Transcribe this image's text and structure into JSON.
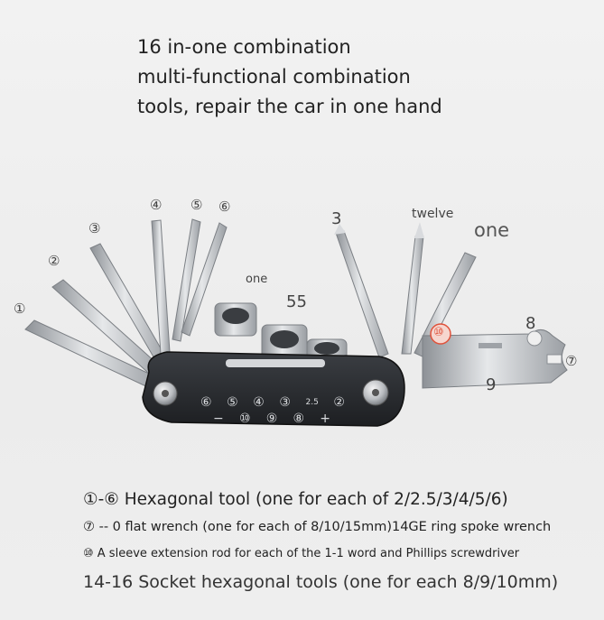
{
  "headline": {
    "line1": "16 in-one combination",
    "line2": "multi-functional combination",
    "line3": "tools, repair the car in one hand"
  },
  "callouts": {
    "c1": "①",
    "c2": "②",
    "c3": "③",
    "c4": "④",
    "c5": "⑤",
    "c6": "⑥",
    "three": "3",
    "twelve": "twelve",
    "one_right": "one",
    "one_small": "one",
    "fifty_five": "55",
    "eight": "8",
    "ten_badge": "⑩",
    "seven": "⑦",
    "nine": "9"
  },
  "tool_body_symbols": {
    "row1": [
      "⑥",
      "⑤",
      "④",
      "③",
      "2.5",
      "②"
    ],
    "row2": [
      "−",
      "⑩",
      "⑨",
      "⑧",
      "+"
    ]
  },
  "captions": {
    "line1": "①-⑥ Hexagonal tool (one for each of 2/2.5/3/4/5/6)",
    "line2": "⑦ -- 0 flat wrench (one for each of 8/10/15mm)14GE ring spoke wrench",
    "line3": "⑩ A sleeve extension rod for each of the 1-1 word and Phillips screwdriver",
    "line4": "14-16 Socket hexagonal tools (one for each 8/9/10mm)"
  },
  "colors": {
    "background": "#efefef",
    "text": "#222222",
    "metal": "#c9ccd0",
    "body": "#2a2c30",
    "badge": "#e0523b"
  }
}
